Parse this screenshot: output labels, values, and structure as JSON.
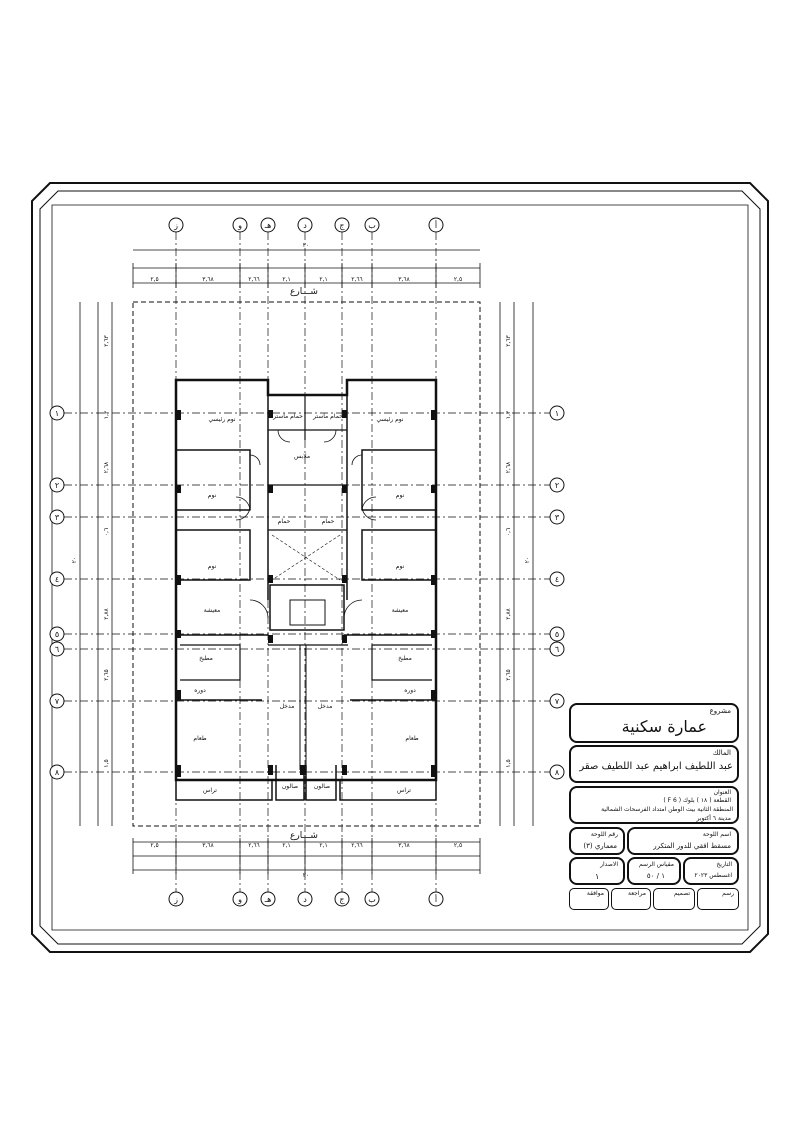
{
  "grid": {
    "columns": [
      "أ",
      "ب",
      "ج",
      "د",
      "هـ",
      "و",
      "ز"
    ],
    "rows": [
      "١",
      "٢",
      "٣",
      "٤",
      "٥",
      "٦",
      "٧",
      "٨"
    ]
  },
  "dimensions": {
    "top_total": "٢٠",
    "top_segments": [
      "٢,٥",
      "٣,٦٨",
      "٢,٦٦",
      "٢,١",
      "٢,١",
      "٢,٦٦",
      "٣,٦٨",
      "٢,٥"
    ],
    "bottom_segments": [
      "٢,٥",
      "٣,٦٨",
      "٢,٦٦",
      "٢,١",
      "٢,١",
      "٢,٦٦",
      "٣,٦٨",
      "٢,٥"
    ],
    "side_segments": [
      "٢,٦٣",
      "١,٣",
      "٢,٦٨",
      "٠,٦",
      "٢,٨٨",
      "٢,٦٥",
      "١,٥"
    ],
    "side_total": "٢٠"
  },
  "street_labels": {
    "top": "شـــارع",
    "bottom": "شـــارع"
  },
  "rooms": {
    "master_bedroom": "نوم رئيسي",
    "bedroom": "نوم",
    "living": "معيشة",
    "kitchen": "مطبخ",
    "dining": "طعام",
    "salon": "صالون",
    "terrace": "تراس",
    "master_bath": "حمام ماستر",
    "bath": "حمام",
    "dressing": "ملابس",
    "wc": "دوره",
    "entrance": "مدخل"
  },
  "title_block": {
    "project_label": "مشروع",
    "project": "عمارة سكنية",
    "owner_label": "المالك",
    "owner": "عبد اللطيف ابراهيم عبد اللطيف صقر",
    "address_label": "العنوان",
    "address_line1": "القطعة ( ١٨ ) بلوك ( F 6 )",
    "address_line2": "المنطقة الثانية بيت الوطن امتداد الفرسحات الشمالية",
    "address_line3": "مدينة ٦ أكتوبر",
    "drawing_name_label": "اسم اللوحة",
    "drawing_name": "مسقط افقي للدور المتكرر",
    "drawing_no_label": "رقم اللوحة",
    "drawing_no": "معماري (٣)",
    "date_label": "التاريخ",
    "date": "اغسطس ٢٠٢٣",
    "scale_label": "مقياس الرسم",
    "scale": "١ / ٥٠",
    "revision_label": "الاصدار",
    "revision": "١",
    "sign_labels": [
      "رسم",
      "تصميم",
      "مراجعة",
      "موافقة"
    ]
  }
}
